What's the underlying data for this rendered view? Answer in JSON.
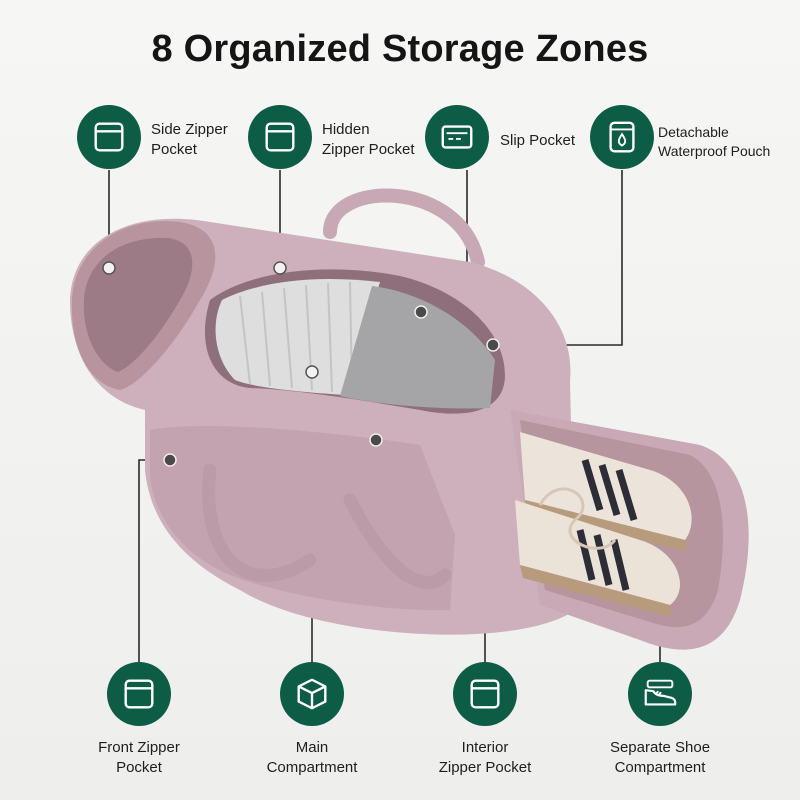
{
  "title": "8 Organized Storage Zones",
  "colors": {
    "badge": "#0d5c46",
    "bag": "#c9aab6",
    "bag_dark": "#a98896",
    "background": "#f3f3f2"
  },
  "top_zones": [
    {
      "icon": "square-pocket-icon",
      "line1": "Side Zipper",
      "line2": "Pocket"
    },
    {
      "icon": "square-pocket-icon",
      "line1": "Hidden",
      "line2": "Zipper Pocket"
    },
    {
      "icon": "card-slot-icon",
      "line1": "Slip Pocket",
      "line2": ""
    },
    {
      "icon": "water-drop-pouch-icon",
      "line1": "Detachable",
      "line2": "Waterproof Pouch"
    }
  ],
  "bottom_zones": [
    {
      "icon": "square-pocket-icon",
      "line1": "Front Zipper",
      "line2": "Pocket"
    },
    {
      "icon": "cube-box-icon",
      "line1": "Main",
      "line2": "Compartment"
    },
    {
      "icon": "square-pocket-icon",
      "line1": "Interior",
      "line2": "Zipper Pocket"
    },
    {
      "icon": "shoe-icon",
      "line1": "Separate Shoe",
      "line2": "Compartment"
    }
  ]
}
